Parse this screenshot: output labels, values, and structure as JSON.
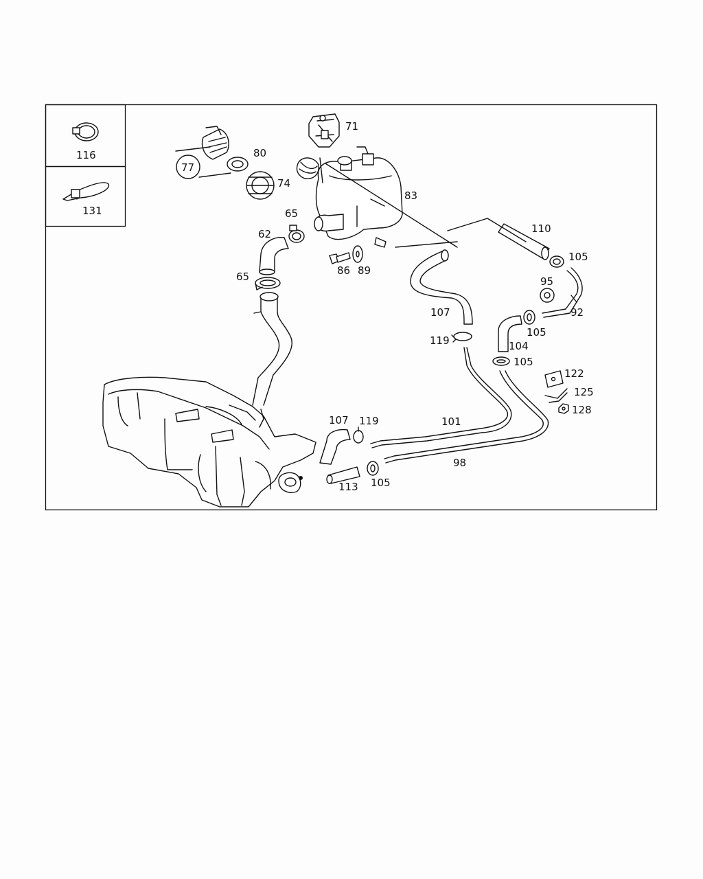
{
  "legend": [
    {
      "id": "116",
      "label": "116"
    },
    {
      "id": "131",
      "label": "131"
    }
  ],
  "callouts": {
    "p71": "71",
    "p80": "80",
    "p77": "77",
    "p74": "74",
    "p83": "83",
    "p65a": "65",
    "p62": "62",
    "p65b": "65",
    "p86": "86",
    "p89": "89",
    "p110": "110",
    "p105a": "105",
    "p95": "95",
    "p92": "92",
    "p107a": "107",
    "p105b": "105",
    "p119a": "119",
    "p104": "104",
    "p105c": "105",
    "p122": "122",
    "p125": "125",
    "p128": "128",
    "p107b": "107",
    "p119b": "119",
    "p101": "101",
    "p98": "98",
    "p113": "113",
    "p105d": "105"
  }
}
